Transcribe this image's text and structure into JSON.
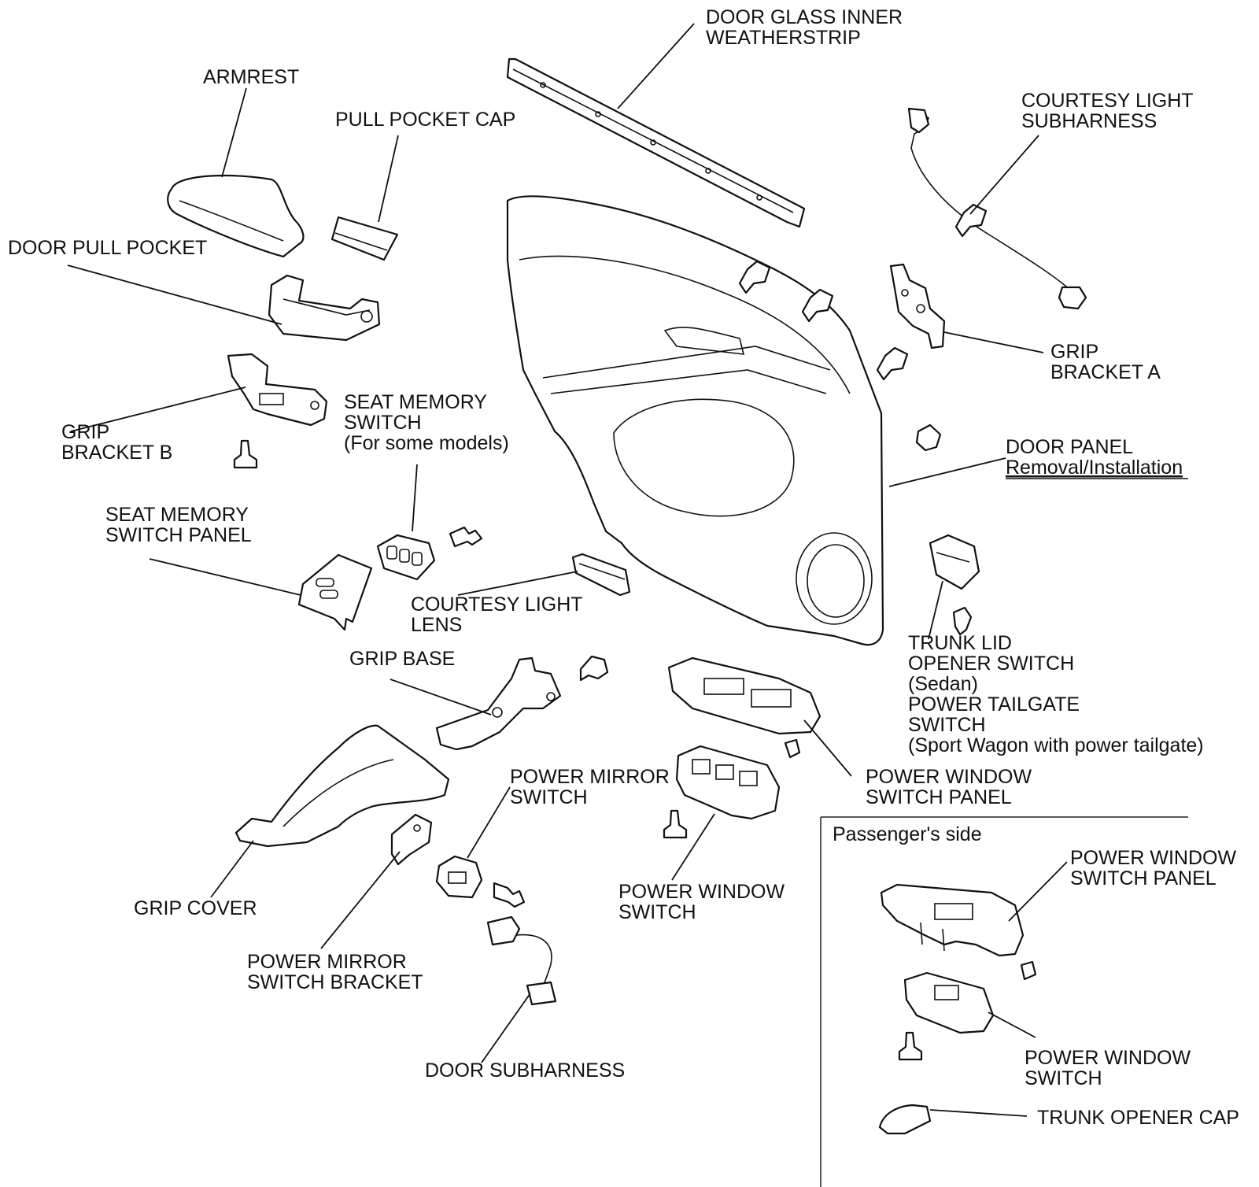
{
  "diagram": {
    "labels": {
      "door_glass_inner_weatherstrip": [
        "DOOR GLASS INNER",
        "WEATHERSTRIP"
      ],
      "armrest": [
        "ARMREST"
      ],
      "pull_pocket_cap": [
        "PULL POCKET CAP"
      ],
      "courtesy_light_subharness": [
        "COURTESY LIGHT",
        "SUBHARNESS"
      ],
      "door_pull_pocket": [
        "DOOR PULL POCKET"
      ],
      "grip_bracket_a": [
        "GRIP",
        "BRACKET A"
      ],
      "seat_memory_switch": [
        "SEAT MEMORY",
        "SWITCH",
        "(For some models)"
      ],
      "grip_bracket_b": [
        "GRIP",
        "BRACKET B"
      ],
      "door_panel": [
        "DOOR PANEL",
        "Removal/Installation"
      ],
      "seat_memory_switch_panel": [
        "SEAT MEMORY",
        "SWITCH PANEL"
      ],
      "courtesy_light_lens": [
        "COURTESY LIGHT",
        "LENS"
      ],
      "trunk_lid_opener_switch": [
        "TRUNK LID",
        "OPENER SWITCH",
        "(Sedan)",
        "POWER TAILGATE",
        "SWITCH",
        "(Sport Wagon with power tailgate)"
      ],
      "grip_base": [
        "GRIP BASE"
      ],
      "power_mirror_switch": [
        "POWER MIRROR",
        "SWITCH"
      ],
      "power_window_switch_panel": [
        "POWER WINDOW",
        "SWITCH PANEL"
      ],
      "power_window_switch": [
        "POWER WINDOW",
        "SWITCH"
      ],
      "grip_cover": [
        "GRIP COVER"
      ],
      "power_mirror_switch_bracket": [
        "POWER MIRROR",
        "SWITCH BRACKET"
      ],
      "door_subharness": [
        "DOOR SUBHARNESS"
      ]
    },
    "passenger_side": {
      "title": "Passenger's side",
      "labels": {
        "power_window_switch_panel": [
          "POWER WINDOW",
          "SWITCH PANEL"
        ],
        "power_window_switch": [
          "POWER WINDOW",
          "SWITCH"
        ],
        "trunk_opener_cap": [
          "TRUNK OPENER CAP"
        ]
      }
    }
  }
}
